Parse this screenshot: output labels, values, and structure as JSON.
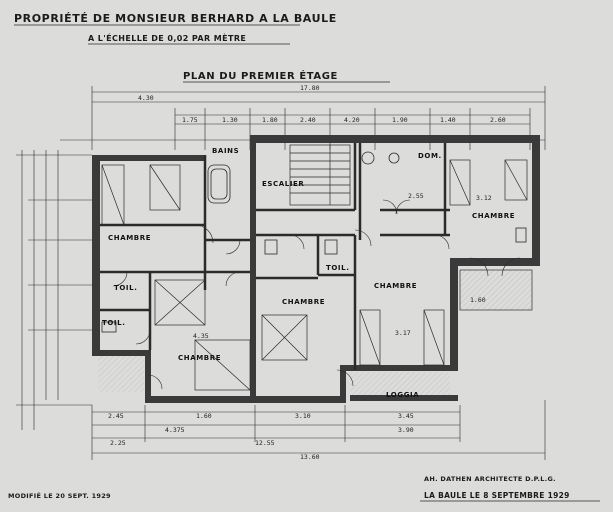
{
  "header": {
    "title": "PROPRIÉTÉ DE MONSIEUR BERHARD A LA BAULE",
    "scale": "A L'ÉCHELLE DE 0,02 PAR MÈTRE",
    "plan_title": "PLAN DU PREMIER ÉTAGE"
  },
  "rooms": {
    "chambre_left": "CHAMBRE",
    "chambre_right": "CHAMBRE",
    "chambre_center": "CHAMBRE",
    "chambre_center_right": "CHAMBRE",
    "chambre_bottom_left": "CHAMBRE",
    "bains": "BAINS",
    "escalier": "ESCALIER",
    "toil_left": "TOIL.",
    "toil_left2": "TOIL.",
    "toil_center": "TOIL.",
    "dom": "DOM.",
    "loggia": "LOGGIA"
  },
  "dimensions": {
    "overall_top": "17.80",
    "overall_bottom": "13.60",
    "bottom_total": "12.55",
    "left_top": "4.30",
    "d1": "1.75",
    "d2": "1.30",
    "d3": "1.80",
    "d4": "2.40",
    "d5": "4.20",
    "d6": "4.35",
    "d7": "3.17",
    "d8": "3.45",
    "d9": "3.90",
    "d10": "2.45",
    "d11": "4.375",
    "d12": "1.60",
    "d13": "2.25",
    "d14": "3.10",
    "d15": "2.55",
    "d16": "1.60",
    "d17": "3.12",
    "d18": "1.90",
    "d19": "1.40",
    "d20": "2.60"
  },
  "footer": {
    "architect": "AH. DATHEN ARCHITECTE D.P.L.G.",
    "place_date": "LA BAULE LE 8 SEPTEMBRE 1929",
    "modified": "MODIFIÉ LE 20 SEPT. 1929"
  }
}
